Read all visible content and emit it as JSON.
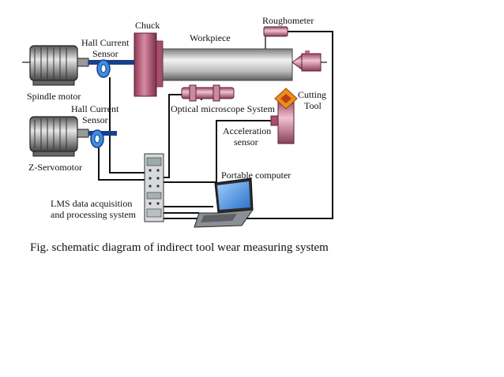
{
  "labels": {
    "chuck": "Chuck",
    "workpiece": "Workpiece",
    "roughometer": "Roughometer",
    "hall_current_sensor_1_line1": "Hall Current",
    "hall_current_sensor_1_line2": "Sensor",
    "spindle_motor": "Spindle motor",
    "hall_current_sensor_2_line1": "Hall Current",
    "hall_current_sensor_2_line2": "Sensor",
    "optical_microscope": "Optical microscope System",
    "cutting_tool_line1": "Cutting",
    "cutting_tool_line2": "Tool",
    "acceleration_sensor_line1": "Acceleration",
    "acceleration_sensor_line2": "sensor",
    "z_servomotor": "Z-Servomotor",
    "portable_computer": "Portable computer",
    "lms_line1": "LMS data acquisition",
    "lms_line2": "and processing system"
  },
  "caption": "Fig.  schematic diagram of indirect tool wear measuring system",
  "colors": {
    "wire": "#111111",
    "sensor": "#2a6db5",
    "chuck": "#b65b78",
    "laptop_screen": "#3a7fd1"
  }
}
